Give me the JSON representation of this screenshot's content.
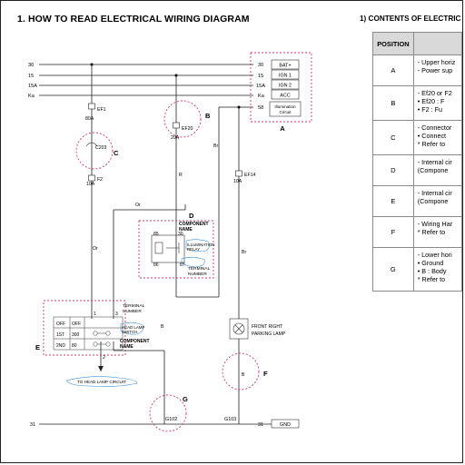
{
  "title": "1.  HOW TO READ ELECTRICAL WIRING DIAGRAM",
  "right_title": "1)   CONTENTS OF ELECTRIC",
  "table": {
    "headers": [
      "POSITION",
      ""
    ],
    "rows": [
      {
        "pos": "A",
        "lines": [
          "-  Upper horiz",
          "-  Power sup"
        ]
      },
      {
        "pos": "B",
        "lines": [
          "-  Ef20 or F2",
          "   • Ef20 : F",
          "   • F2 : Fu"
        ]
      },
      {
        "pos": "C",
        "lines": [
          "-  Connector",
          "   • Connect",
          "   *  Refer to"
        ]
      },
      {
        "pos": "D",
        "lines": [
          "-  Internal cir",
          "   (Compone"
        ]
      },
      {
        "pos": "E",
        "lines": [
          "-  Internal cir",
          "   (Compone"
        ]
      },
      {
        "pos": "F",
        "lines": [
          "-  Wiring Har",
          "   *  Refer to"
        ]
      },
      {
        "pos": "G",
        "lines": [
          "-  Lower hori",
          "   • Ground",
          "   • B : Body",
          "   *  Refer to"
        ]
      }
    ]
  },
  "diagram": {
    "rail_labels": [
      "30",
      "15",
      "15A",
      "Ka"
    ],
    "rail_terminals": [
      "30",
      "15",
      "15A",
      "Ka"
    ],
    "power_boxes": [
      "BAT+",
      "IGN 1",
      "IGN 2",
      "ACC"
    ],
    "illum_box": [
      "Illumination",
      "Circuit"
    ],
    "terminal_58": "58",
    "bottom_rail_label": "31",
    "bottom_rail_terminal": "31",
    "gnd_box": "GND",
    "fuses": {
      "ef1": [
        "EF1",
        "80A"
      ],
      "ef20": [
        "EF20",
        "20A"
      ],
      "f2": [
        "F2",
        "10A"
      ],
      "ef14": [
        "EF14",
        "10A"
      ]
    },
    "connector": "C203",
    "wire_colors": {
      "r": "R",
      "br_top": "Br",
      "or_top": "Or",
      "or_left": "Or",
      "b": "B",
      "br_right": "Br"
    },
    "relay": {
      "pins": [
        "85",
        "30",
        "86",
        "87"
      ],
      "name": [
        "ILLUMINATION",
        "RELAY"
      ],
      "component_name": [
        "COMPONENT",
        "NAME"
      ],
      "terminal_number": [
        "TERMINAL",
        "NUMBER"
      ]
    },
    "switch": {
      "header_terminal": [
        "TERMINAL",
        "NUMBER"
      ],
      "term_numbers": [
        "1",
        "3"
      ],
      "rows": [
        [
          "OFF",
          "OFF"
        ],
        [
          "1ST",
          "300"
        ],
        [
          "2ND",
          "80"
        ]
      ],
      "name": [
        "HEAD LAMP",
        "SWITCH"
      ],
      "component_name": [
        "COMPONENT",
        "NAME"
      ],
      "bottom_term": "2",
      "to_head": "TO HEAD LAMP CIRCUIT"
    },
    "lamp": [
      "FRONT RIGHT",
      "PARKING LAMP"
    ],
    "grounds": [
      "G102",
      "G103"
    ],
    "position_labels": [
      "A",
      "B",
      "C",
      "D",
      "E",
      "F",
      "G"
    ]
  }
}
